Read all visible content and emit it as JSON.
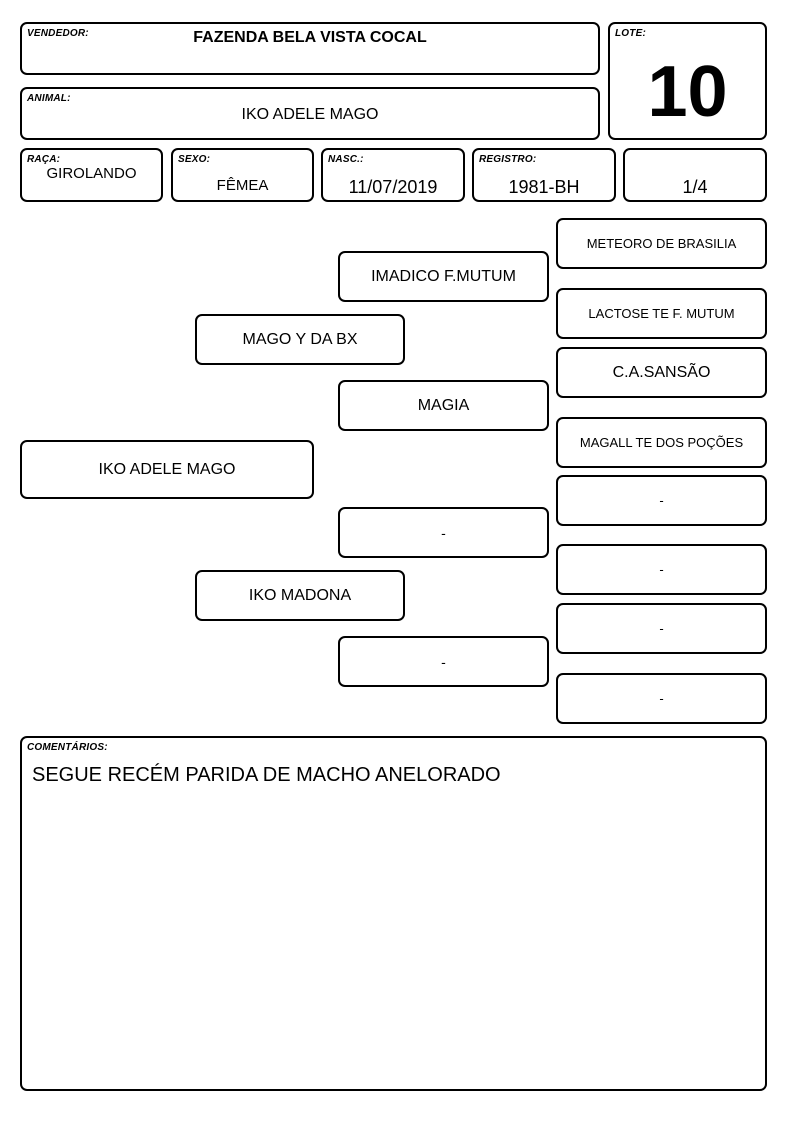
{
  "header": {
    "vendedor": {
      "label": "VENDEDOR:",
      "value": "FAZENDA BELA VISTA COCAL"
    },
    "lote": {
      "label": "LOTE:",
      "value": "10"
    },
    "animal": {
      "label": "ANIMAL:",
      "value": "IKO ADELE MAGO"
    }
  },
  "info": {
    "raca": {
      "label": "RAÇA:",
      "value": "GIROLANDO"
    },
    "sexo": {
      "label": "SEXO:",
      "value": "FÊMEA"
    },
    "nasc": {
      "label": "NASC.:",
      "value": "11/07/2019"
    },
    "registro": {
      "label": "REGISTRO:",
      "value": "1981-BH"
    },
    "grau": {
      "value": "1/4"
    }
  },
  "pedigree": {
    "animal": "IKO ADELE MAGO",
    "sire": "MAGO Y DA BX",
    "dam": "IKO MADONA",
    "sire_sire": "IMADICO F.MUTUM",
    "sire_dam": "MAGIA",
    "dam_sire": "-",
    "dam_dam": "-",
    "ggp": [
      "METEORO DE BRASILIA",
      "LACTOSE TE F. MUTUM",
      "C.A.SANSÃO",
      "MAGALL TE DOS POÇÕES",
      "-",
      "-",
      "-",
      "-"
    ]
  },
  "comments": {
    "label": "COMENTÁRIOS:",
    "text": "SEGUE RECÉM PARIDA DE MACHO ANELORADO"
  }
}
